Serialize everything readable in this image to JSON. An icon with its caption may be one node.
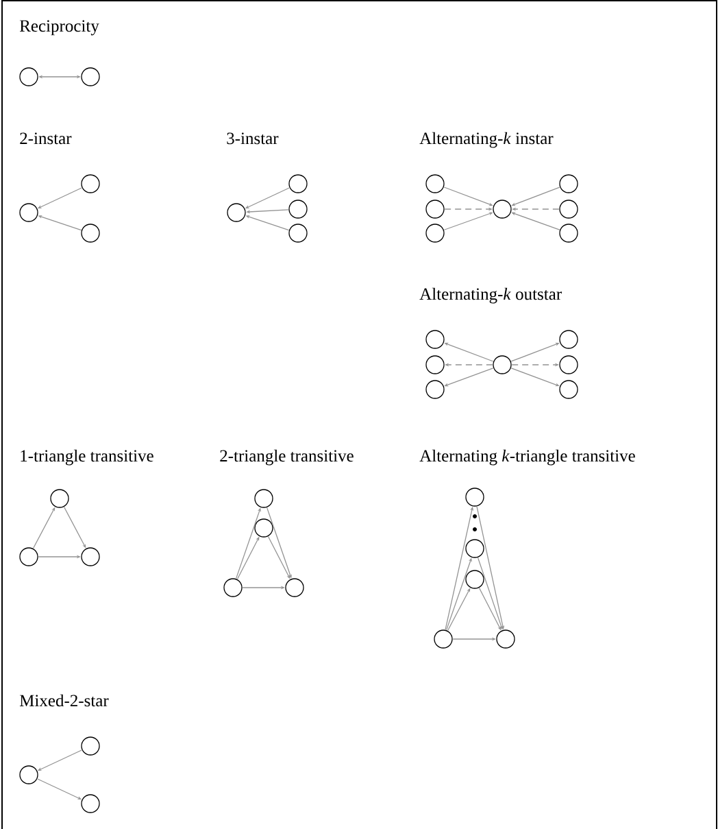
{
  "diagram": {
    "nodes": [
      {
        "text": [],
        "shape": "circle"
      },
      {
        "text": [],
        "shape": "circle"
      },
      {
        "text": [],
        "shape": "circle"
      },
      {
        "text": [],
        "shape": "circle"
      },
      {
        "text": [],
        "shape": "circle"
      },
      {
        "text": [],
        "shape": "circle"
      },
      {
        "text": [],
        "shape": "circle"
      },
      {
        "text": [],
        "shape": "circle"
      },
      {
        "text": [],
        "shape": "circle"
      },
      {
        "text": [],
        "shape": "circle"
      },
      {
        "text": [],
        "shape": "circle"
      },
      {
        "text": [],
        "shape": "circle"
      },
      {
        "text": [],
        "shape": "circle"
      },
      {
        "text": [],
        "shape": "circle"
      },
      {
        "text": [],
        "shape": "circle"
      },
      {
        "text": [],
        "shape": "circle"
      },
      {
        "text": [],
        "shape": "circle"
      },
      {
        "text": [],
        "shape": "circle"
      },
      {
        "text": [],
        "shape": "circle"
      },
      {
        "text": [],
        "shape": "circle"
      },
      {
        "text": [],
        "shape": "circle"
      },
      {
        "text": [],
        "shape": "circle"
      },
      {
        "text": [],
        "shape": "circle"
      },
      {
        "text": [],
        "shape": "circle"
      },
      {
        "text": [],
        "shape": "circle"
      },
      {
        "text": [],
        "shape": "circle"
      },
      {
        "text": [],
        "shape": "circle"
      },
      {
        "text": [],
        "shape": "circle"
      },
      {
        "text": [],
        "shape": "circle"
      },
      {
        "text": [],
        "shape": "circle"
      },
      {
        "text": [],
        "shape": "circle"
      },
      {
        "text": [],
        "shape": "circle"
      },
      {
        "text": [],
        "shape": "circle"
      },
      {
        "text": [],
        "shape": "circle"
      },
      {
        "text": [],
        "shape": "circle"
      },
      {
        "text": [],
        "shape": "circle"
      },
      {
        "text": [],
        "shape": "circle"
      },
      {
        "text": [],
        "shape": "circle"
      }
    ],
    "edges": [
      {
        "from": 0,
        "to": 1,
        "arrow": "both"
      },
      {
        "from": 3,
        "to": 2,
        "arrow": "to"
      },
      {
        "from": 4,
        "to": 2,
        "arrow": "to"
      },
      {
        "from": 6,
        "to": 5,
        "arrow": "to"
      },
      {
        "from": 7,
        "to": 5,
        "arrow": "to"
      },
      {
        "from": 8,
        "to": 5,
        "arrow": "to"
      },
      {
        "from": 9,
        "to": 12,
        "arrow": "to"
      },
      {
        "from": 10,
        "to": 12,
        "arrow": "to",
        "style": "dashed"
      },
      {
        "from": 11,
        "to": 12,
        "arrow": "to"
      },
      {
        "from": 13,
        "to": 12,
        "arrow": "to"
      },
      {
        "from": 14,
        "to": 12,
        "arrow": "to",
        "style": "dashed"
      },
      {
        "from": 15,
        "to": 12,
        "arrow": "to"
      },
      {
        "from": 19,
        "to": 16,
        "arrow": "to"
      },
      {
        "from": 19,
        "to": 17,
        "arrow": "to",
        "style": "dashed"
      },
      {
        "from": 19,
        "to": 18,
        "arrow": "to"
      },
      {
        "from": 19,
        "to": 20,
        "arrow": "to"
      },
      {
        "from": 19,
        "to": 21,
        "arrow": "to",
        "style": "dashed"
      },
      {
        "from": 19,
        "to": 22,
        "arrow": "to"
      },
      {
        "from": 24,
        "to": 23,
        "arrow": "to"
      },
      {
        "from": 23,
        "to": 25,
        "arrow": "to"
      },
      {
        "from": 24,
        "to": 25,
        "arrow": "to"
      },
      {
        "from": 28,
        "to": 26,
        "arrow": "to"
      },
      {
        "from": 28,
        "to": 27,
        "arrow": "to"
      },
      {
        "from": 26,
        "to": 29,
        "arrow": "to"
      },
      {
        "from": 27,
        "to": 29,
        "arrow": "to"
      },
      {
        "from": 28,
        "to": 29,
        "arrow": "to"
      },
      {
        "from": 33,
        "to": 30,
        "arrow": "to"
      },
      {
        "from": 33,
        "to": 31,
        "arrow": "to"
      },
      {
        "from": 33,
        "to": 32,
        "arrow": "to"
      },
      {
        "from": 30,
        "to": 34,
        "arrow": "to"
      },
      {
        "from": 31,
        "to": 34,
        "arrow": "to"
      },
      {
        "from": 32,
        "to": 34,
        "arrow": "to"
      },
      {
        "from": 33,
        "to": 34,
        "arrow": "to"
      },
      {
        "from": 35,
        "to": 36,
        "arrow": "to"
      },
      {
        "from": 36,
        "to": 37,
        "arrow": "to"
      }
    ],
    "labels": [
      "Reciprocity",
      "2-instar",
      "3-instar",
      "Alternating-*k* instar",
      "Alternating-*k* outstar",
      "1-triangle transitive",
      "2-triangle transitive",
      "Alternating *k*-triangle transitive",
      "Mixed-2-star"
    ]
  }
}
